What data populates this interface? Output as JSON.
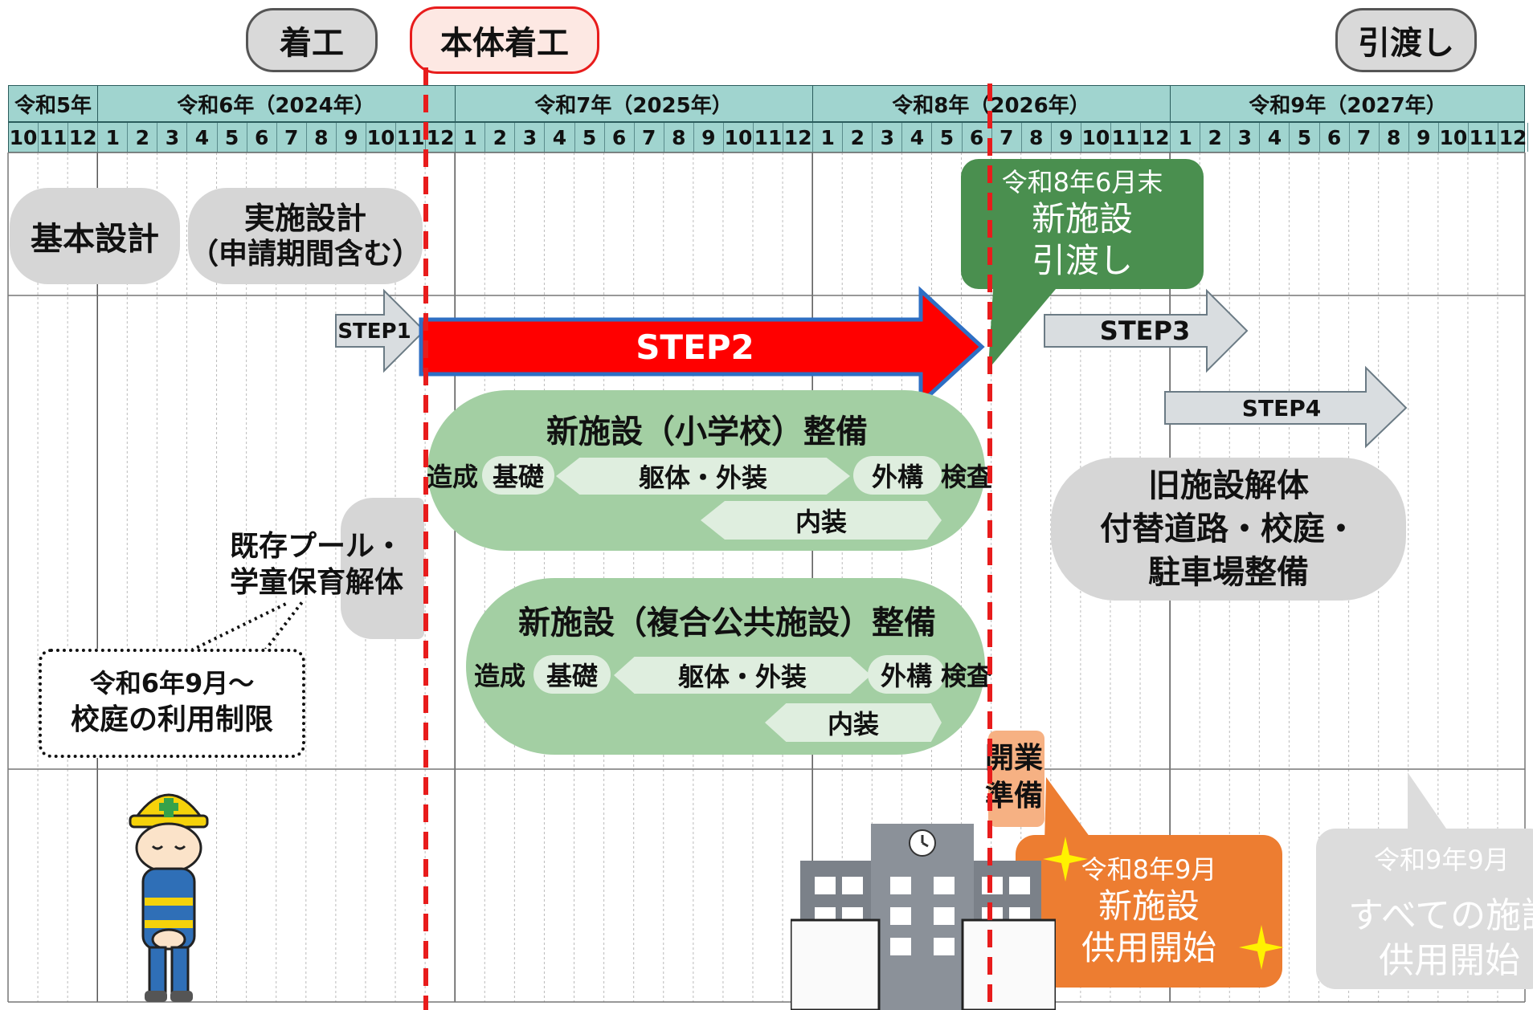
{
  "milestones": {
    "start": "着工",
    "main_start": "本体着工",
    "handover": "引渡し"
  },
  "header": {
    "eras": [
      "令和5年",
      "令和6年（2024年）",
      "令和7年（2025年）",
      "令和8年（2026年）",
      "令和9年（2027年）"
    ],
    "months_r5": [
      "10",
      "11",
      "12"
    ],
    "months": [
      "1",
      "2",
      "3",
      "4",
      "5",
      "6",
      "7",
      "8",
      "9",
      "10",
      "11",
      "12"
    ]
  },
  "design": {
    "basic": "基本設計",
    "detail_line1": "実施設計",
    "detail_line2": "（申請期間含む）"
  },
  "steps": {
    "step1": "STEP1",
    "step2": "STEP2",
    "step3": "STEP3",
    "step4": "STEP4"
  },
  "callout_handover": {
    "date": "令和8年6月末",
    "line1": "新施設",
    "line2": "引渡し"
  },
  "school": {
    "title": "新施設（小学校）整備",
    "zosei": "造成",
    "kiso": "基礎",
    "kutai": "躯体・外装",
    "gaikou": "外構",
    "kensa": "検査",
    "naisou": "内装"
  },
  "public": {
    "title": "新施設（複合公共施設）整備",
    "zosei": "造成",
    "kiso": "基礎",
    "kutai": "躯体・外装",
    "gaikou": "外構",
    "kensa": "検査",
    "naisou": "内装"
  },
  "pool": {
    "line1": "既存プール・",
    "line2": "学童保育解体"
  },
  "restrict": {
    "line1": "令和6年9月～",
    "line2": "校庭の利用制限"
  },
  "old_demo": {
    "line1": "旧施設解体",
    "line2": "付替道路・校庭・",
    "line3": "駐車場整備"
  },
  "prep": {
    "line1": "開業",
    "line2": "準備"
  },
  "callout_open": {
    "date": "令和8年9月",
    "line1": "新施設",
    "line2": "供用開始"
  },
  "callout_all": {
    "date": "令和9年9月",
    "line1": "すべての施設",
    "line2": "供用開始"
  },
  "colors": {
    "header_fill": "#a0d4cf",
    "step2_red": "#ff0000",
    "step2_border": "#2e6fc4",
    "callout_green": "#4a8f4f",
    "callout_orange": "#ed7d31",
    "pill_green": "#a3cfa3",
    "pill_grey": "#d6d6d6",
    "dashed_red": "#e81c1c"
  },
  "icons": [
    "worker-bowing-icon",
    "school-building-icon",
    "sparkle-star-icon",
    "clock-icon"
  ]
}
